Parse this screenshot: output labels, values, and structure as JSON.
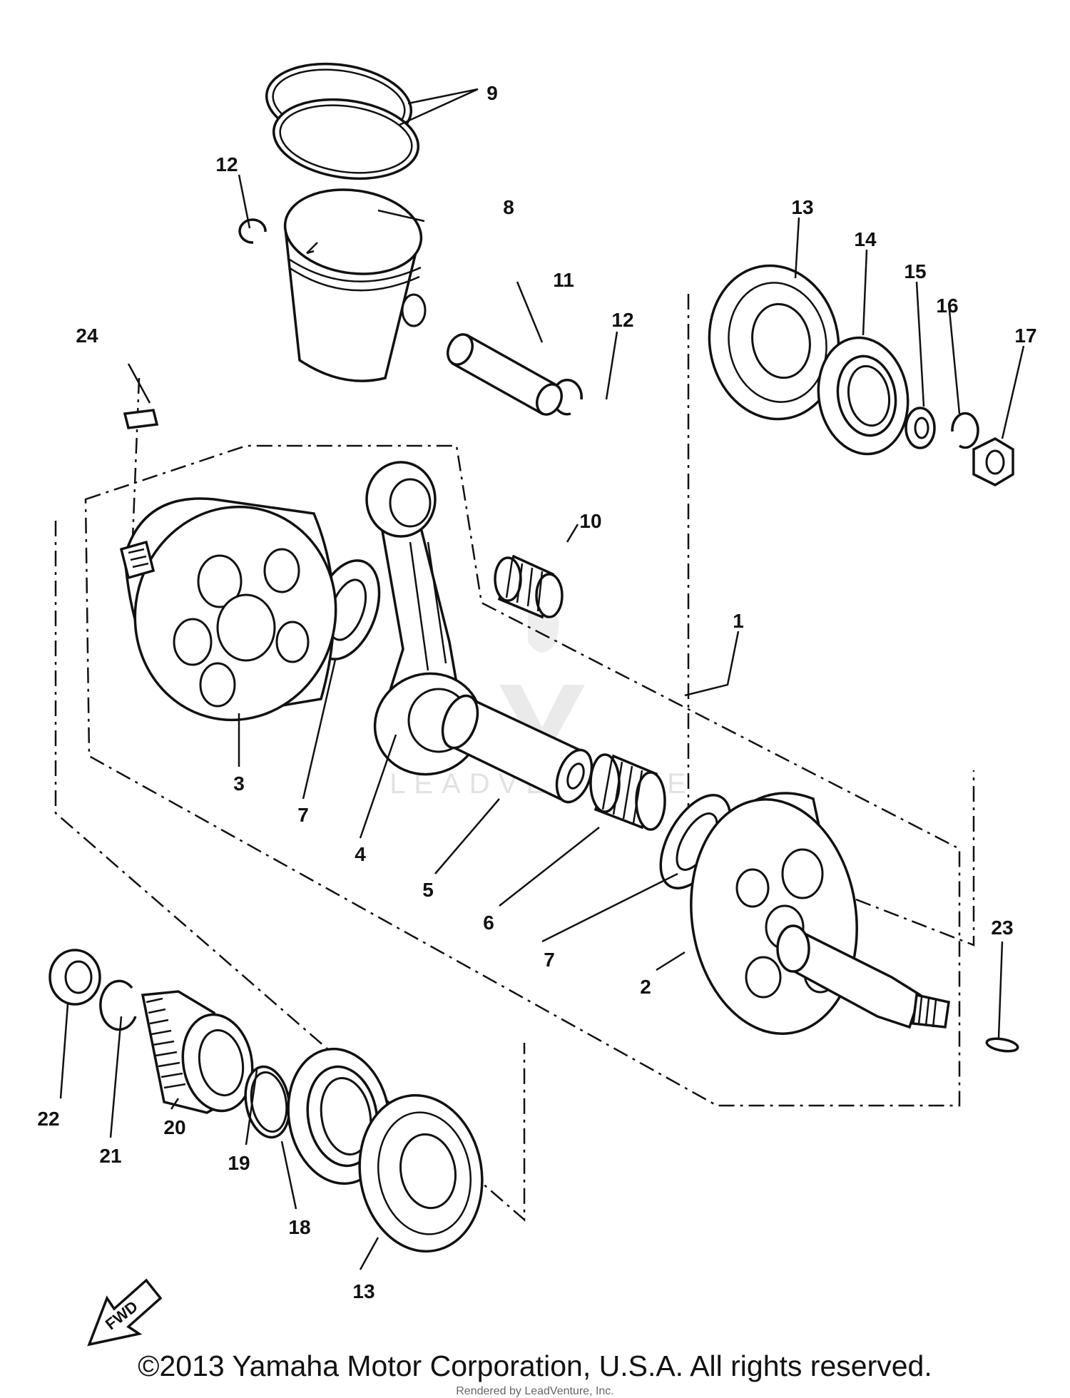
{
  "diagram": {
    "callouts": {
      "c1": "1",
      "c2": "2",
      "c3": "3",
      "c4": "4",
      "c5": "5",
      "c6": "6",
      "c7a": "7",
      "c7b": "7",
      "c8": "8",
      "c9": "9",
      "c10": "10",
      "c11": "11",
      "c12a": "12",
      "c12b": "12",
      "c13a": "13",
      "c13b": "13",
      "c14": "14",
      "c15": "15",
      "c16": "16",
      "c17": "17",
      "c18": "18",
      "c19": "19",
      "c20": "20",
      "c21": "21",
      "c22": "22",
      "c23": "23",
      "c24": "24"
    },
    "fwd_label": "FWD",
    "watermark": "LEADVENTURE"
  },
  "footer": {
    "copyright": "©2013 Yamaha Motor Corporation, U.S.A. All rights reserved.",
    "rendered_by": "Rendered by LeadVenture, Inc."
  }
}
